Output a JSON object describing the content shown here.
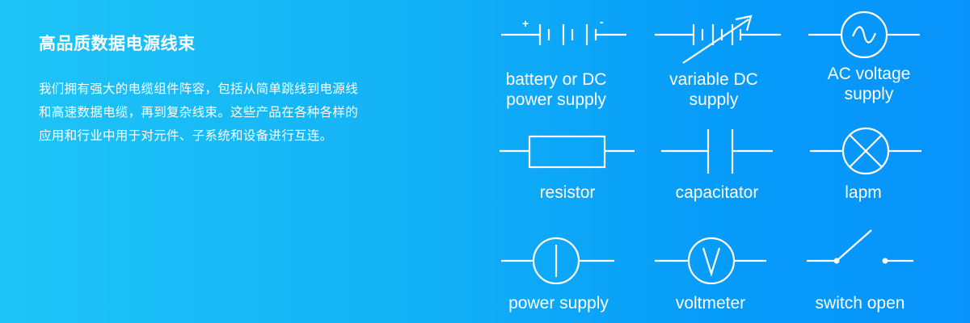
{
  "header": {
    "title": "高品质数据电源线束",
    "description": "我们拥有强大的电缆组件阵容，包括从简单跳线到电源线和高速数据电缆，再到复杂线束。这些产品在各种各样的应用和行业中用于对元件、子系统和设备进行互连。"
  },
  "symbols": {
    "battery": {
      "line1": "battery or DC",
      "line2": "power supply",
      "plus": "+",
      "minus": "-",
      "icon": "battery-icon"
    },
    "variable": {
      "line1": "variable DC",
      "line2": "supply",
      "icon": "variable-dc-icon"
    },
    "ac": {
      "line1": "AC voltage",
      "line2": "supply",
      "icon": "ac-voltage-icon"
    },
    "resistor": {
      "label": "resistor",
      "icon": "resistor-icon"
    },
    "capacitor": {
      "label": "capacitator",
      "icon": "capacitor-icon"
    },
    "lamp": {
      "label": "lapm",
      "icon": "lamp-icon"
    },
    "power": {
      "label": "power supply",
      "icon": "power-supply-icon"
    },
    "voltmeter": {
      "label": "voltmeter",
      "icon": "voltmeter-icon"
    },
    "switch": {
      "label": "switch open",
      "icon": "switch-open-icon"
    }
  },
  "colors": {
    "background_start": "#1ec4f7",
    "background_end": "#0793fb",
    "foreground": "#ffffff"
  }
}
